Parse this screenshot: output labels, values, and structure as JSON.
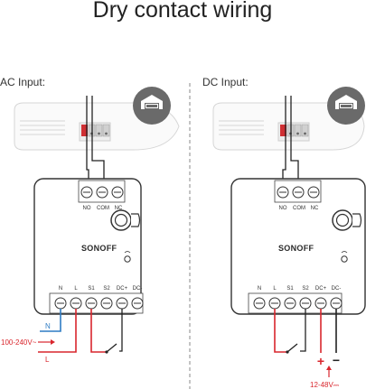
{
  "title": "Dry contact wiring",
  "ac_section": {
    "label": "AC Input:",
    "relay_terminals": [
      "NO",
      "COM",
      "NC"
    ],
    "input_terminals": [
      "N",
      "L",
      "S1",
      "S2",
      "DC+",
      "DC-"
    ],
    "brand": "SONOFF",
    "wire_n": "N",
    "wire_l": "L",
    "voltage": "100-240V~"
  },
  "dc_section": {
    "label": "DC Input:",
    "relay_terminals": [
      "NO",
      "COM",
      "NC"
    ],
    "input_terminals": [
      "N",
      "L",
      "S1",
      "S2",
      "DC+",
      "DC-"
    ],
    "brand": "SONOFF",
    "plus": "+",
    "minus": "−",
    "voltage": "12-48V⎓"
  },
  "icons": [
    "garage-door-icon",
    "wifi-led-icon",
    "reset-button-icon"
  ],
  "colors": {
    "live": "#d9262d",
    "neutral": "#2f7cc4",
    "wire": "#222222"
  }
}
